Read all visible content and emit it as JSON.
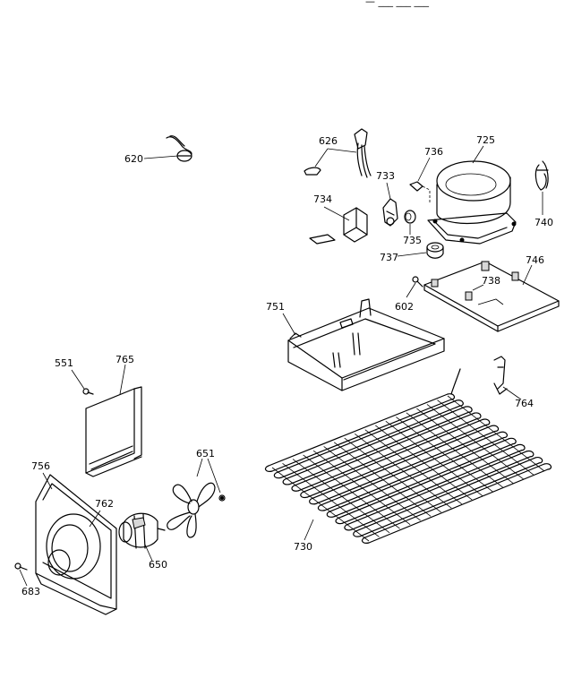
{
  "header_fragment": "—   ___   ___ ___",
  "callouts": {
    "c620": "620",
    "c626": "626",
    "c725": "725",
    "c736": "736",
    "c733": "733",
    "c734": "734",
    "c735": "735",
    "c740": "740",
    "c737": "737",
    "c746": "746",
    "c738": "738",
    "c602": "602",
    "c751": "751",
    "c551": "551",
    "c765": "765",
    "c764": "764",
    "c756": "756",
    "c651": "651",
    "c762": "762",
    "c730": "730",
    "c650": "650",
    "c683": "683"
  },
  "parts": [
    {
      "number": "620",
      "name": "part-620"
    },
    {
      "number": "626",
      "name": "part-626"
    },
    {
      "number": "725",
      "name": "compressor"
    },
    {
      "number": "730",
      "name": "condenser-coil"
    },
    {
      "number": "751",
      "name": "drain-pan"
    },
    {
      "number": "746",
      "name": "compressor-base-plate"
    },
    {
      "number": "756",
      "name": "fan-shroud"
    },
    {
      "number": "765",
      "name": "panel"
    },
    {
      "number": "651",
      "name": "fan-blade"
    },
    {
      "number": "650",
      "name": "fan-motor"
    }
  ]
}
